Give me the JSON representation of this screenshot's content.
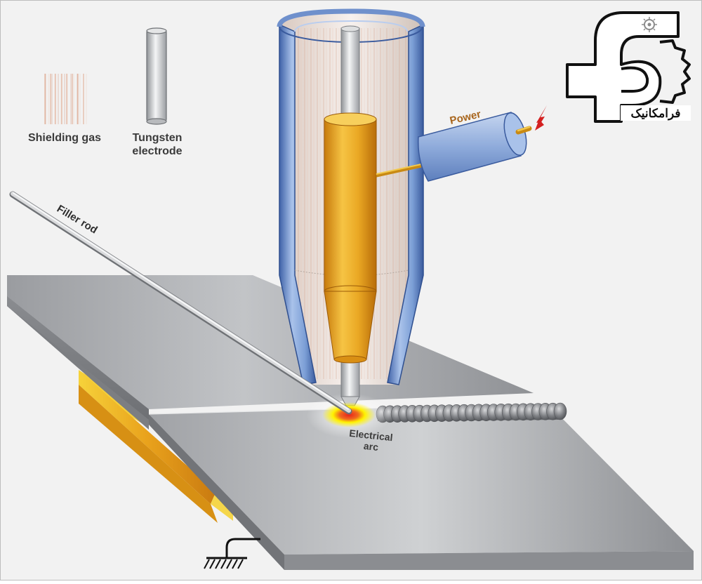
{
  "legend": {
    "shielding_gas": "Shielding gas",
    "tungsten_line1": "Tungsten",
    "tungsten_line2": "electrode"
  },
  "labels": {
    "filler_rod": "Filler rod",
    "power": "Power",
    "arc_line1": "Electrical",
    "arc_line2": "arc"
  },
  "logo": {
    "text": "فرامکانیک"
  },
  "colors": {
    "background": "#f2f2f2",
    "plate": "#a9abae",
    "nozzle": "#7f9fd0",
    "collet": "#e3a21c",
    "arc_core": "#e8231c",
    "arc_glow": "#fff200",
    "power_text": "#a8651c",
    "spark": "#d42020"
  }
}
